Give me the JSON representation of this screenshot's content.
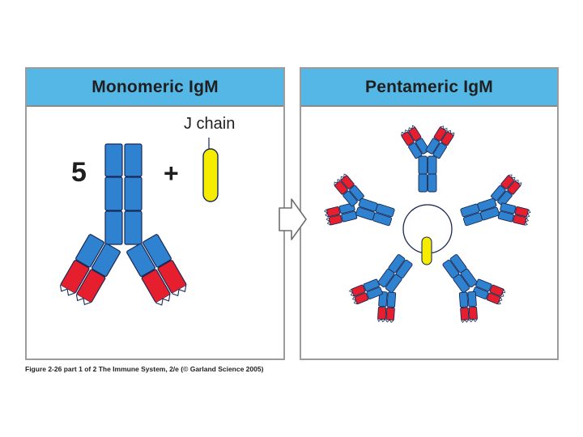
{
  "figure": {
    "left_panel": {
      "title": "Monomeric IgM",
      "count": "5",
      "plus": "+",
      "jchain_label": "J chain"
    },
    "right_panel": {
      "title": "Pentameric IgM"
    },
    "caption": "Figure 2-26 part 1 of 2  The Immune System, 2/e (© Garland Science 2005)"
  },
  "colors": {
    "header": "#55b7e6",
    "heavy_chain": "#2f82cf",
    "variable_region": "#e51f2d",
    "j_chain": "#f5ec00",
    "border": "#9c9c9c"
  }
}
